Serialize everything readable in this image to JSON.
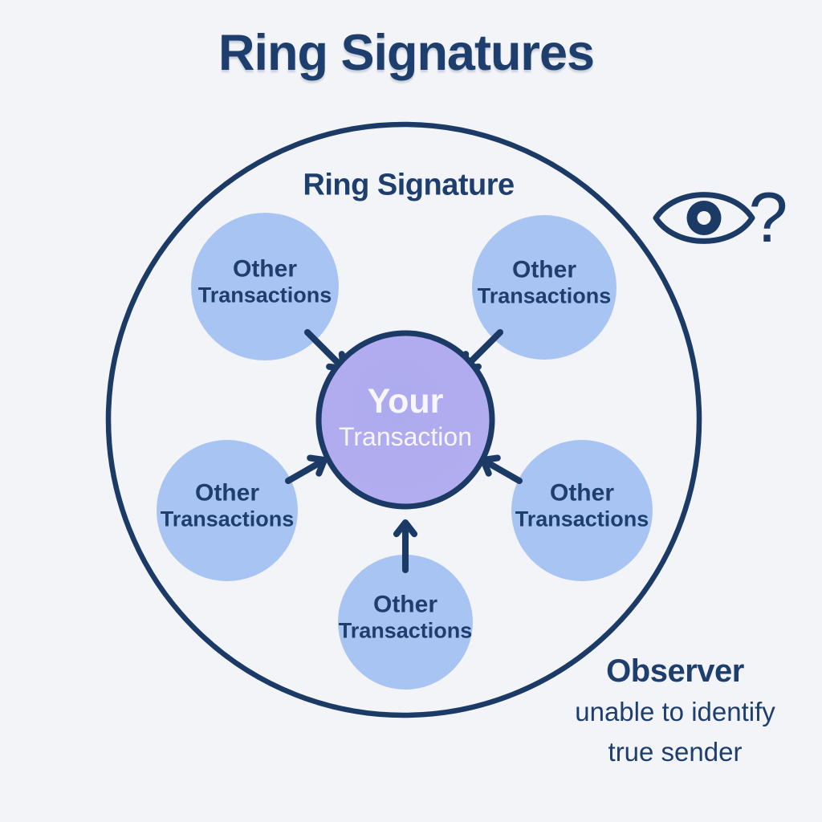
{
  "title": "Ring Signatures",
  "ring": {
    "label": "Ring Signature"
  },
  "center_node": {
    "line1": "Your",
    "line2": "Transaction"
  },
  "satellites": [
    {
      "line1": "Other",
      "line2": "Transactions"
    },
    {
      "line1": "Other",
      "line2": "Transactions"
    },
    {
      "line1": "Other",
      "line2": "Transactions"
    },
    {
      "line1": "Other",
      "line2": "Transactions"
    },
    {
      "line1": "Other",
      "line2": "Transactions"
    }
  ],
  "observer": {
    "line1": "Observer",
    "line2": "unable to identify",
    "line3": "true sender"
  },
  "icons": {
    "eye": "eye-icon",
    "question_mark": "?"
  },
  "colors": {
    "navy": "#1C3A66",
    "navy_text": "#1E3E6D",
    "satellite_blue": "#A8C4F2",
    "center_purple_1": "#ADAAEE",
    "center_purple_2": "#B9B2F1",
    "background": "#F2F4F8",
    "center_text": "#F7F6FF"
  }
}
